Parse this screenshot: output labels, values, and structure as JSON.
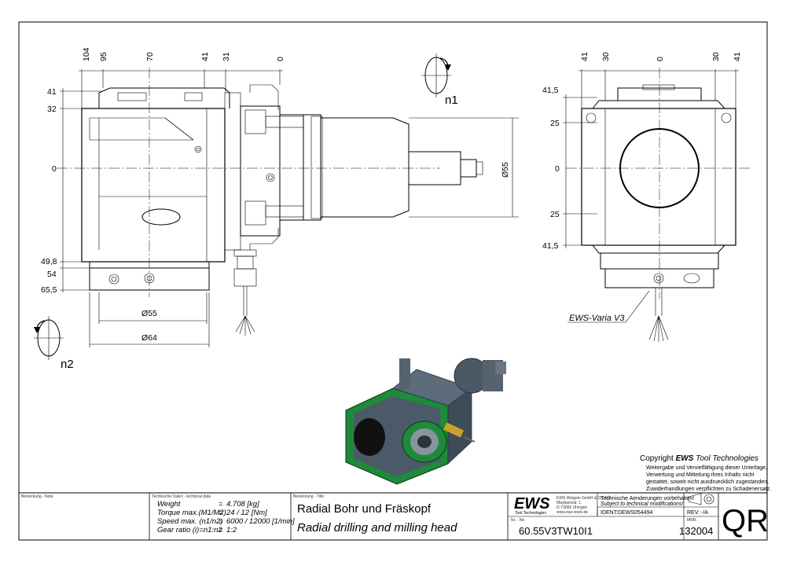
{
  "drawing": {
    "side_view_top_dims": [
      "104",
      "95",
      "70",
      "41",
      "31",
      "0"
    ],
    "side_view_left_dims": [
      "41",
      "32",
      "0",
      "49,8",
      "54",
      "65,5"
    ],
    "side_view_diameters": [
      "Ø55",
      "Ø55",
      "Ø64"
    ],
    "front_view_top_dims": [
      "41",
      "30",
      "0",
      "30",
      "41"
    ],
    "front_view_left_dims": [
      "41,5",
      "25",
      "0",
      "25",
      "41,5"
    ],
    "rotation_labels": [
      "n1",
      "n2"
    ],
    "variant_label": "EWS-Varia V3"
  },
  "copyright": {
    "heading_prefix": "Copyright ",
    "heading_brand": "EWS",
    "heading_suffix": " Tool Technologies",
    "lines": [
      "Weitergabe und Vervielfältigung dieser Unterlage,",
      "Verwertung und Mitteilung ihres Inhalts nicht",
      "gestattet, soweit nicht ausdruecklich zugestanden.",
      "Zuwiderhandlungen verpflichten zu Schadenersatz."
    ]
  },
  "title_block": {
    "remark_label": "Bemerkung - Note",
    "tech_label": "Technische Daten - technical data",
    "tech_rows": [
      {
        "name": "Weight",
        "sep": "=",
        "value": "4.708 [kg]"
      },
      {
        "name": "Torque max.(M1/M2)",
        "sep": "=",
        "value": "24 / 12 [Nm]"
      },
      {
        "name": "Speed max. (n1/n2)",
        "sep": "=",
        "value": "6000 / 12000 [1/min]"
      },
      {
        "name": "Gear ratio (i)=n1:n2",
        "sep": "=",
        "value": "1:2"
      }
    ],
    "title_label": "Benennung - Title",
    "title_de": "Radial Bohr und Fräskopf",
    "title_en": "Radial drilling and milling head",
    "logo_text": "EWS",
    "logo_sub": "Tool Technologies",
    "company_lines": [
      "EWS Weigele GmbH & Co. KG",
      "Maybachstr. 1",
      "D-73066 Uhingen",
      "www.ews-tools.de"
    ],
    "notice_de": "Technische Aenderungen vorbehalten!",
    "notice_en": "Subject to technical modifications!",
    "ident_label": "IDENT:",
    "ident_value": "DEWS054494",
    "rev_label": "REV:",
    "rev_value": "-/A",
    "nr_label": "Nr. - No.",
    "part_number": "60.55V3TW10I1",
    "mnr_label": "MNR.",
    "mnr_value": "132004",
    "qr_text": "QR"
  }
}
